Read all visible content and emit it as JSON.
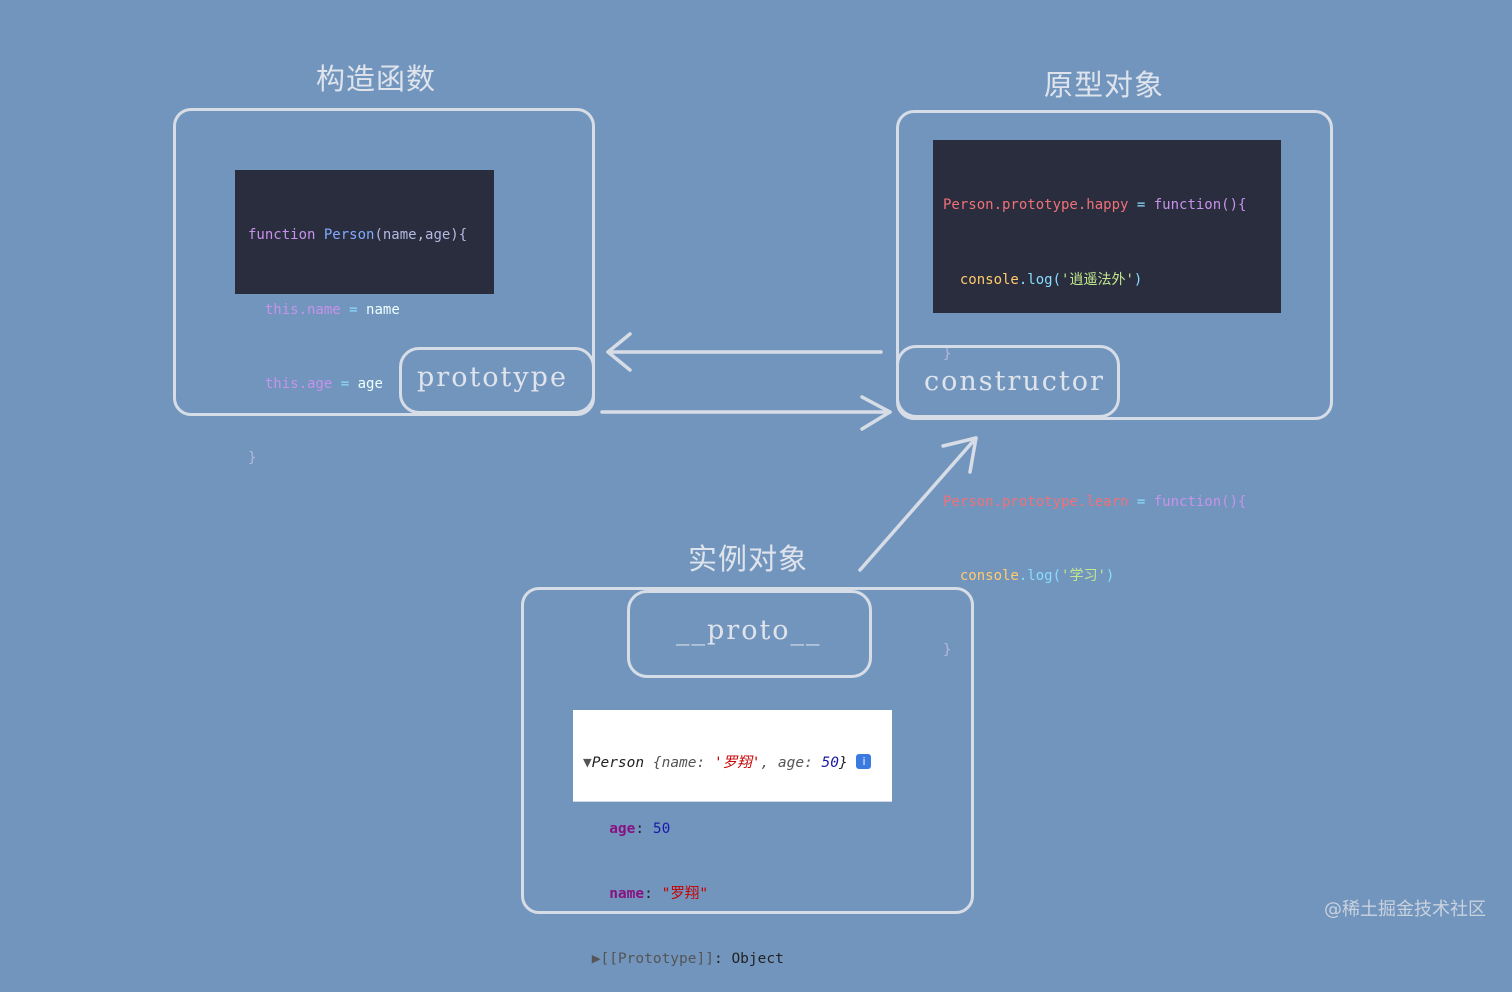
{
  "labels": {
    "constructor_title": "构造函数",
    "prototype_object_title": "原型对象",
    "instance_title": "实例对象",
    "prototype_pill": "prototype",
    "constructor_pill": "constructor",
    "proto_pill": "__proto__"
  },
  "constructor_code": {
    "l1_kw": "function",
    "l1_name": "Person",
    "l1_params": "(name,age){",
    "l2_this": "this",
    "l2_prop": ".name",
    "l2_eq": " = ",
    "l2_val": "name",
    "l3_this": "this",
    "l3_prop": ".age",
    "l3_eq": " = ",
    "l3_val": "age",
    "l4": "}"
  },
  "prototype_code": {
    "b1_obj": "Person",
    "b1_path": ".prototype.happy",
    "b1_eq": " = ",
    "b1_fn": "function(){",
    "b1_console": "console",
    "b1_log": ".log(",
    "b1_str": "'逍遥法外'",
    "b1_close": ")",
    "b1_end": "}",
    "b2_obj": "Person",
    "b2_path": ".prototype.learn",
    "b2_eq": " = ",
    "b2_fn": "function(){",
    "b2_console": "console",
    "b2_log": ".log(",
    "b2_str": "'学习'",
    "b2_close": ")",
    "b2_end": "}"
  },
  "console_output": {
    "summary_class": "Person",
    "summary_open": " {name: ",
    "summary_name_val": "'罗翔'",
    "summary_mid": ", age: ",
    "summary_age_val": "50",
    "summary_close": "}",
    "info_icon": "i",
    "age_key": "age",
    "age_val": "50",
    "name_key": "name",
    "name_val": "\"罗翔\"",
    "proto_key": "[[Prototype]]",
    "proto_val": "Object"
  },
  "watermark": "@稀土掘金技术社区",
  "colors": {
    "background": "#7295be",
    "sketch": "#d7dde6",
    "code_bg": "#292d3e"
  }
}
